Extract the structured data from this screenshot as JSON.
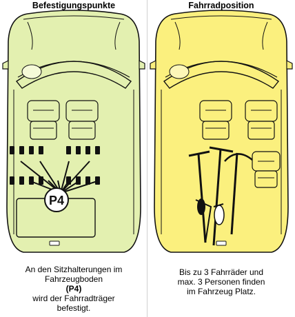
{
  "left": {
    "title": "Befestigungspunkte",
    "badge": "P4",
    "caption_lines": [
      "An den Sitzhalterungen im",
      "Fahrzeugboden",
      "(P4)",
      "wird der Fahrradträger",
      "befestigt."
    ]
  },
  "right": {
    "title": "Fahrradposition",
    "caption_lines": [
      "Bis zu 3 Fahrräder und",
      "max. 3 Personen finden",
      "im Fahrzeug Platz."
    ]
  },
  "colors": {
    "car_left": "#e3f0b0",
    "car_right": "#fbf07e",
    "outline": "#111111"
  }
}
